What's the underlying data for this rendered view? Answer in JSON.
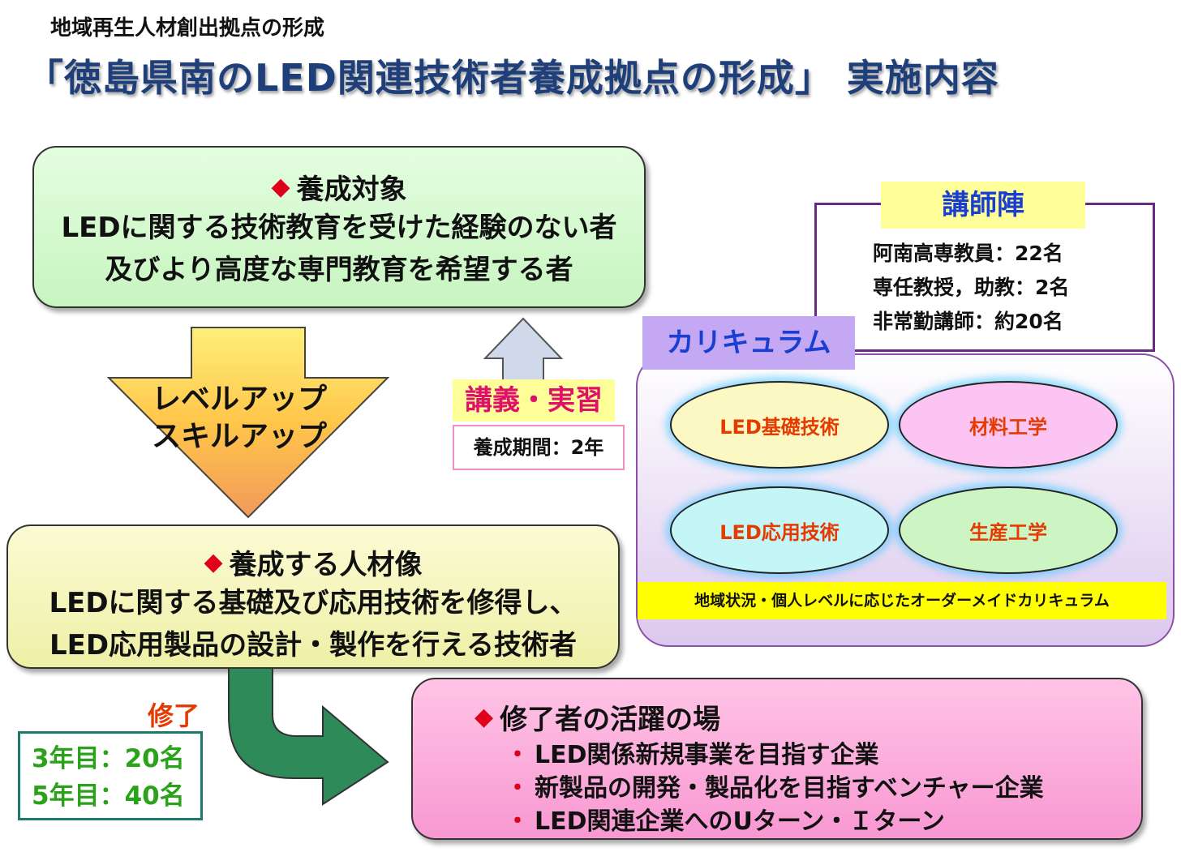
{
  "supertitle": "地域再生人材創出拠点の形成",
  "title": "「徳島県南のLED関連技術者養成拠点の形成」 実施内容",
  "target": {
    "heading": "養成対象",
    "lines": [
      "LEDに関する技術教育を受けた経験のない者",
      "及びより高度な専門教育を希望する者"
    ]
  },
  "levelup": {
    "line1": "レベルアップ",
    "line2": "スキルアップ"
  },
  "lecture": {
    "label": "講義・実習",
    "period": "養成期間：2年"
  },
  "persona": {
    "heading": "養成する人材像",
    "lines": [
      "LEDに関する基礎及び応用技術を修得し、",
      "LED応用製品の設計・製作を行える技術者"
    ]
  },
  "completion": {
    "label": "修了",
    "year3": "3年目：20名",
    "year5": "5年目：40名"
  },
  "field": {
    "heading": "修了者の活躍の場",
    "bullets": [
      "LED関係新規事業を目指す企業",
      "新製品の開発・製品化を目指すベンチャー企業",
      "LED関連企業へのUターン・Ｉターン"
    ]
  },
  "faculty": {
    "heading": "講師陣",
    "items": [
      "阿南高専教員：22名",
      "専任教授，助教：2名",
      "非常勤講師：約20名"
    ]
  },
  "curriculum": {
    "heading": "カリキュラム",
    "subjects": [
      "LED基礎技術",
      "材料工学",
      "LED応用技術",
      "生産工学"
    ],
    "note": "地域状況・個人レベルに応じたオーダーメイドカリキュラム"
  },
  "colors": {
    "title": "#1f3f7a",
    "accent_red": "#e0001a",
    "target_box": "#c7f5c0",
    "persona_box": "#eef0a6",
    "field_box": "#f898d2",
    "curriculum_head": "#c4a8f4",
    "highlight_yellow": "#ffff99"
  },
  "icons": {
    "bullet": "diamond-bullet-icon",
    "down_arrow": "down-triangle-arrow-icon",
    "up_arrow": "up-arrow-icon",
    "curved_arrow": "curved-arrow-icon"
  }
}
